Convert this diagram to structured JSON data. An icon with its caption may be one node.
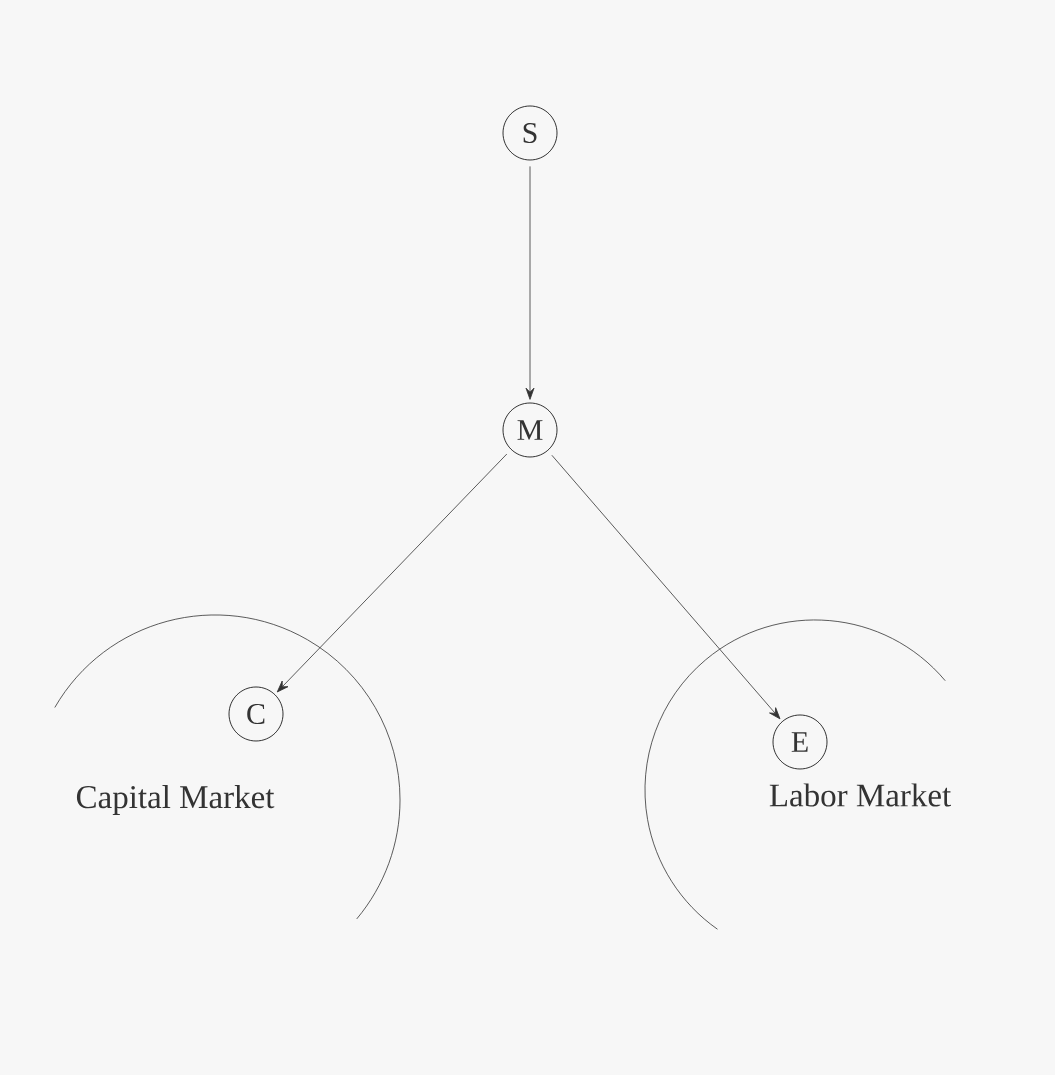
{
  "diagram": {
    "nodes": [
      {
        "text": [
          "S"
        ]
      },
      {
        "text": [
          "M"
        ]
      },
      {
        "text": [
          "C"
        ]
      },
      {
        "text": [
          "E"
        ]
      }
    ],
    "edges": [
      {
        "from": 0,
        "to": 1,
        "arrow": "to"
      },
      {
        "from": 1,
        "to": 2,
        "arrow": "to"
      },
      {
        "from": 1,
        "to": 3,
        "arrow": "to"
      }
    ],
    "labels": [
      "Capital Market",
      "Labor Market"
    ]
  }
}
